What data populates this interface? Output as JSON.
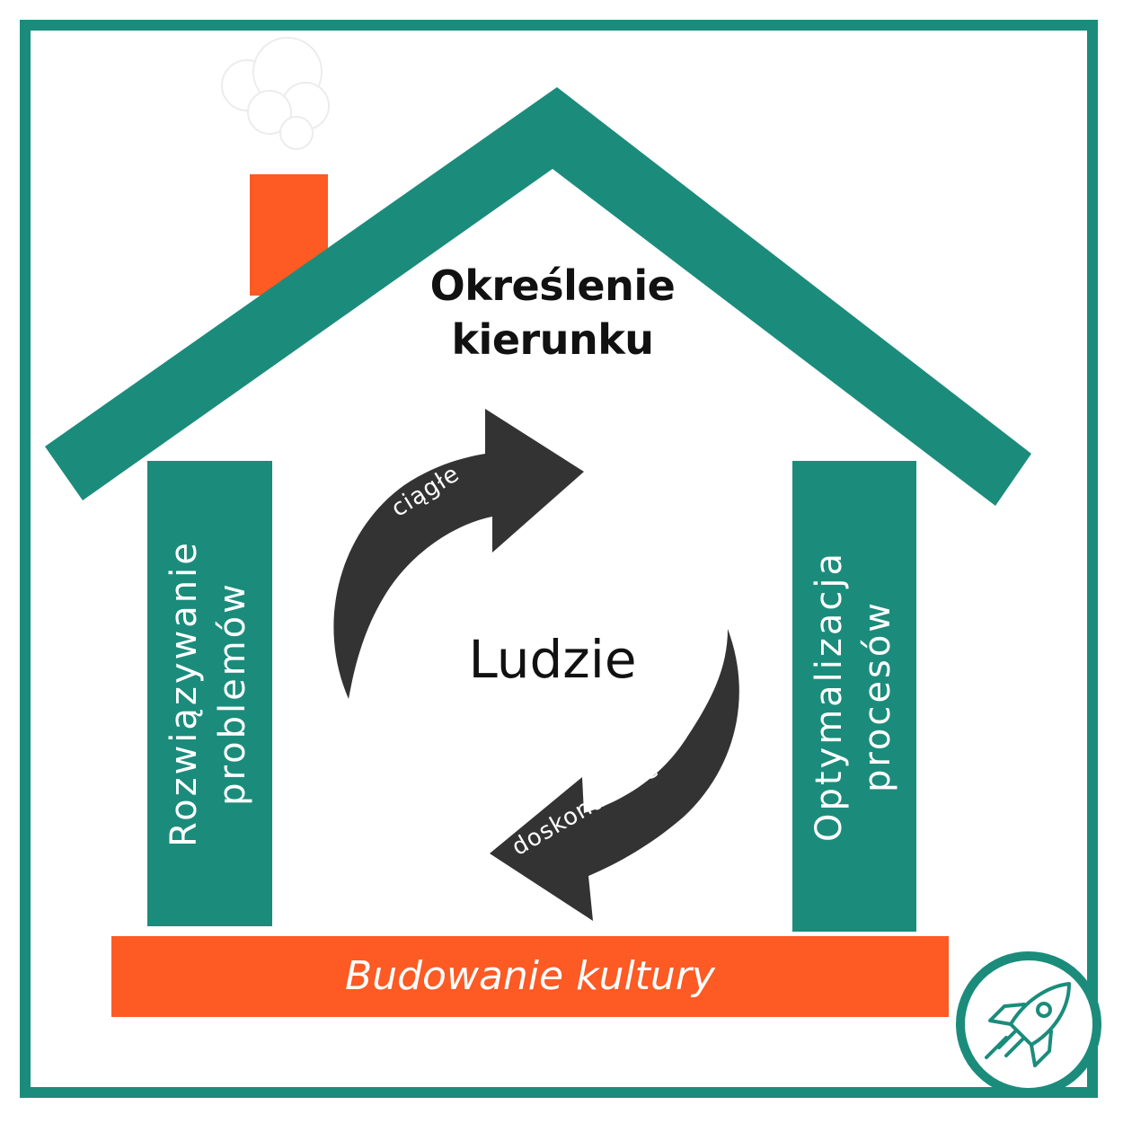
{
  "roof": {
    "line1": "Określenie",
    "line2": "kierunku"
  },
  "center": {
    "label": "Ludzie"
  },
  "arrows": {
    "top_label": "ciągłe",
    "bottom_label": "doskonalenie"
  },
  "pillars": {
    "left": {
      "line1": "Rozwiązywanie",
      "line2": "problemów"
    },
    "right": {
      "line1": "Optymalizacja",
      "line2": "procesów"
    }
  },
  "foundation": {
    "label": "Budowanie kultury"
  },
  "colors": {
    "teal": "#1b8c7b",
    "orange": "#fd5a24",
    "arrow": "#333333",
    "text_dark": "#111111",
    "white": "#ffffff"
  },
  "icons": {
    "badge": "rocket-icon",
    "smoke": "cloud-smoke"
  }
}
